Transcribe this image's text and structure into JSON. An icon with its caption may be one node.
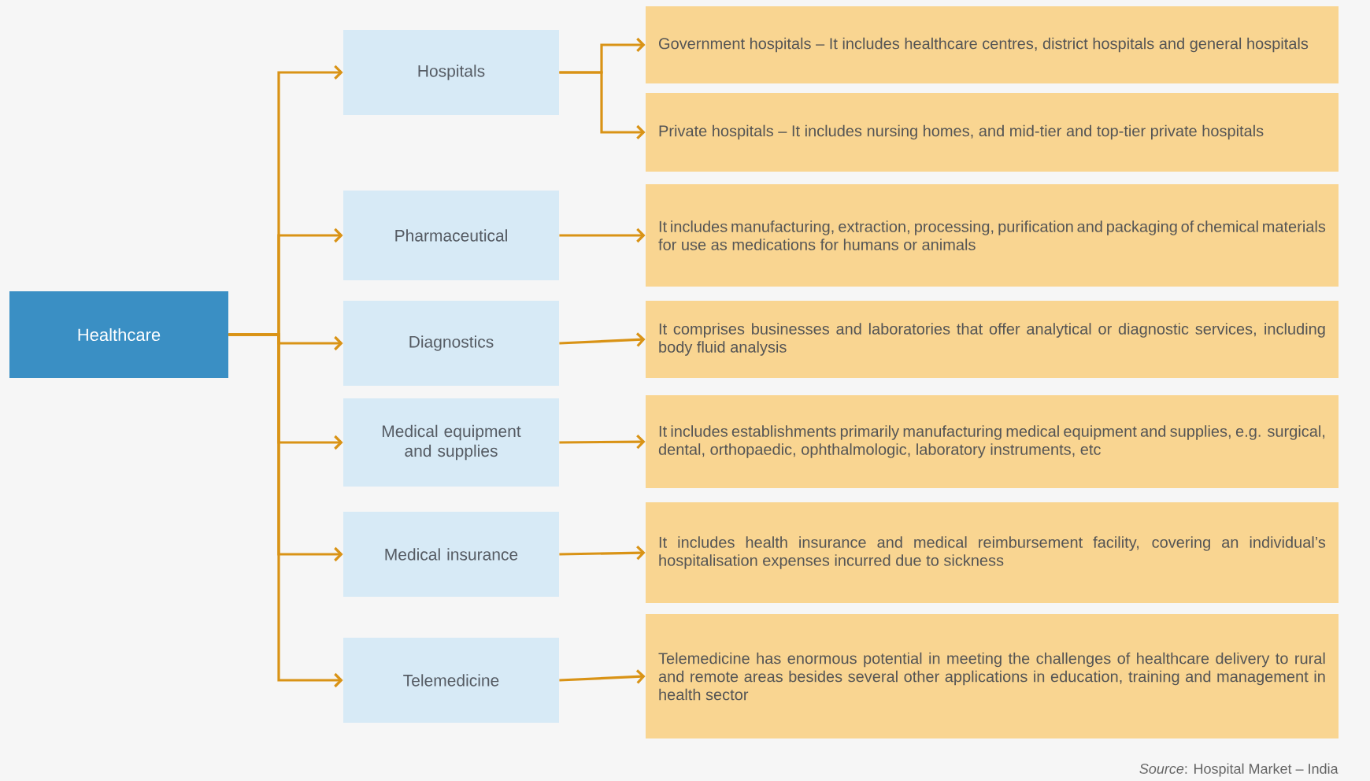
{
  "diagram": {
    "nodes": [
      {
        "text": [
          "Healthcare"
        ]
      },
      {
        "text": [
          "Hospitals"
        ]
      },
      {
        "text": [
          "Pharmaceutical"
        ]
      },
      {
        "text": [
          "Diagnostics"
        ]
      },
      {
        "text": [
          "Medical equipment and supplies"
        ]
      },
      {
        "text": [
          "Medical insurance"
        ]
      },
      {
        "text": [
          "Telemedicine"
        ]
      },
      {
        "text": [
          "Government hospitals – It includes healthcare centres, district hospitals and general hospitals"
        ]
      },
      {
        "text": [
          "Private hospitals – It includes nursing homes, and mid-tier and top-tier private hospitals"
        ]
      },
      {
        "text": [
          "It includes manufacturing, extraction, processing, purification and packaging of chemical materials for use as medications for humans or animals"
        ]
      },
      {
        "text": [
          "It comprises businesses and laboratories that offer analytical or diagnostic services, including body fluid analysis"
        ]
      },
      {
        "text": [
          "It includes establishments primarily manufacturing medical equipment and supplies, e.g. surgical, dental, orthopaedic, ophthalmologic, laboratory instruments, etc"
        ]
      },
      {
        "text": [
          "It includes health insurance and medical reimbursement facility, covering an individual’s hospitalisation expenses incurred due to sickness"
        ]
      },
      {
        "text": [
          "Telemedicine has enormous potential in meeting the challenges of healthcare delivery to rural and remote areas besides several other applications in education, training and management in health sector"
        ]
      }
    ],
    "edges": [
      {
        "from": 0,
        "to": 1,
        "arrow": "to"
      },
      {
        "from": 0,
        "to": 2,
        "arrow": "to"
      },
      {
        "from": 0,
        "to": 3,
        "arrow": "to"
      },
      {
        "from": 0,
        "to": 4,
        "arrow": "to"
      },
      {
        "from": 0,
        "to": 5,
        "arrow": "to"
      },
      {
        "from": 0,
        "to": 6,
        "arrow": "to"
      },
      {
        "from": 1,
        "to": 7,
        "arrow": "to"
      },
      {
        "from": 1,
        "to": 8,
        "arrow": "to"
      },
      {
        "from": 2,
        "to": 9,
        "arrow": "to"
      },
      {
        "from": 3,
        "to": 10,
        "arrow": "to"
      },
      {
        "from": 4,
        "to": 11,
        "arrow": "to"
      },
      {
        "from": 5,
        "to": 12,
        "arrow": "to"
      },
      {
        "from": 6,
        "to": 13,
        "arrow": "to"
      }
    ],
    "labels": [
      "*Source*: Hospital Market – India"
    ]
  }
}
